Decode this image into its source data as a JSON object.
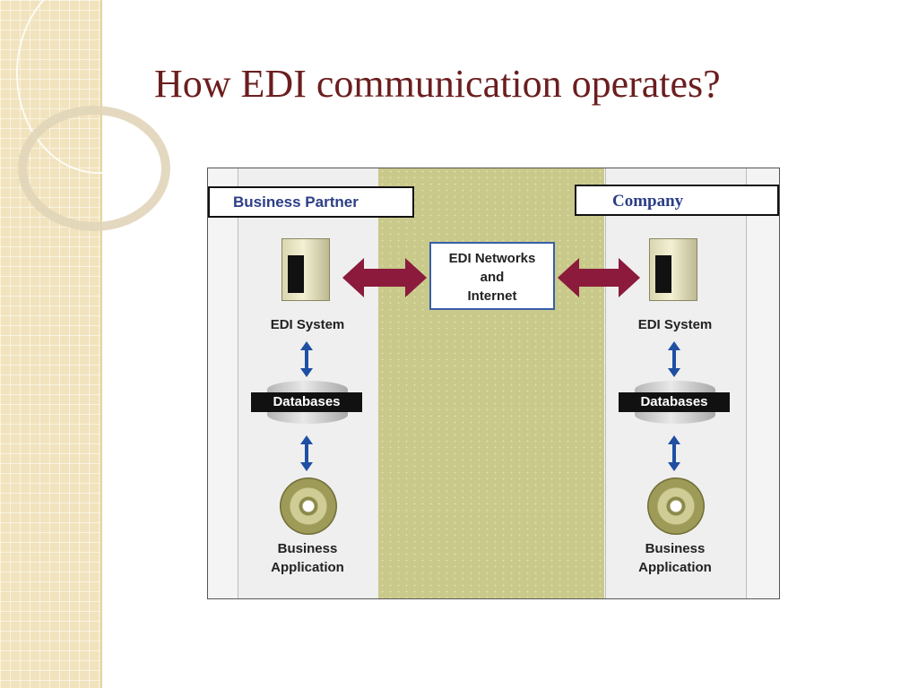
{
  "slide": {
    "title": "How EDI communication operates?"
  },
  "diagram": {
    "business_partner_label": "Business Partner",
    "company_label": "Company",
    "network_line1": "EDI Networks",
    "network_line2": "and",
    "network_line3": "Internet",
    "left": {
      "system_label": "EDI System",
      "database_label": "Databases",
      "app_line1": "Business",
      "app_line2": "Application"
    },
    "right": {
      "system_label": "EDI System",
      "database_label": "Databases",
      "app_line1": "Business",
      "app_line2": "Application"
    }
  },
  "colors": {
    "title": "#6b1e1e",
    "party_text": "#2c3e86",
    "network_band": "#c8c98a",
    "horizontal_arrow": "#8b1a3c",
    "vertical_arrow": "#1f4fa3"
  }
}
